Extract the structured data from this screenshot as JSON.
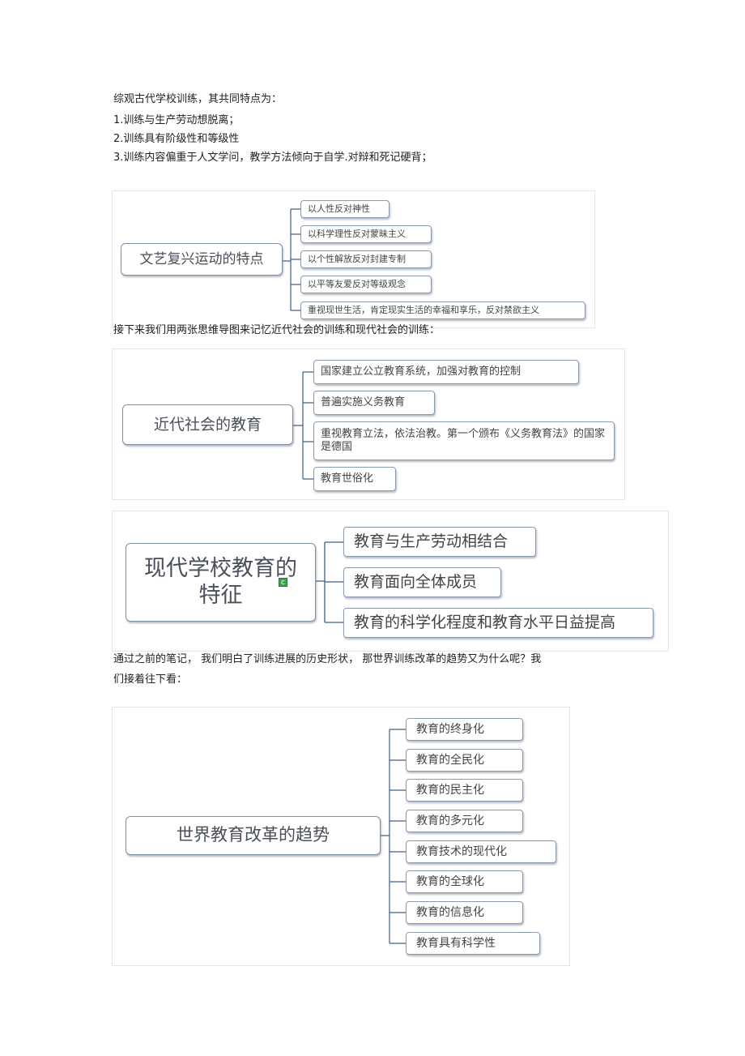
{
  "intro": {
    "lead": "综观古代学校训练，其共同特点为：",
    "point1": "1.训练与生产劳动想脱离；",
    "point2": "2.训练具有阶级性和等级性",
    "point3": "3.训练内容偏重于人文学问，教学方法倾向于自学.对辩和死记硬背；"
  },
  "map1": {
    "root": "文艺复兴运动的特点",
    "branches": [
      "以人性反对神性",
      "以科学理性反对蒙昧主义",
      "以个性解放反对封建专制",
      "以平等友爱反对等级观念",
      "重视现世生活，肯定现实生活的幸福和享乐，反对禁欲主义"
    ]
  },
  "text2": "接下来我们用两张思维导图来记忆近代社会的训练和现代社会的训练：",
  "map2": {
    "root": "近代社会的教育",
    "branches": [
      "国家建立公立教育系统，加强对教育的控制",
      "普遍实施义务教育",
      "重视教育立法，依法治教。第一个颁布《义务教育法》的国家是德国",
      "教育世俗化"
    ]
  },
  "map3": {
    "root": "现代学校教育的特征",
    "badge": "c",
    "branches": [
      "教育与生产劳动相结合",
      "教育面向全体成员",
      "教育的科学化程度和教育水平日益提高"
    ]
  },
  "text3": {
    "line1": "通过之前的笔记，  我们明白了训练进展的历史形状，        那世界训练改革的趋势又为什么呢？我",
    "line2": "们接着往下看："
  },
  "map4": {
    "root": "世界教育改革的趋势",
    "branches": [
      "教育的终身化",
      "教育的全民化",
      "教育的民主化",
      "教育的多元化",
      "教育技术的现代化",
      "教育的全球化",
      "教育的信息化",
      "教育具有科学性"
    ]
  },
  "colors": {
    "connector": "#3f5f86",
    "node_border": "#8a9ab0"
  }
}
